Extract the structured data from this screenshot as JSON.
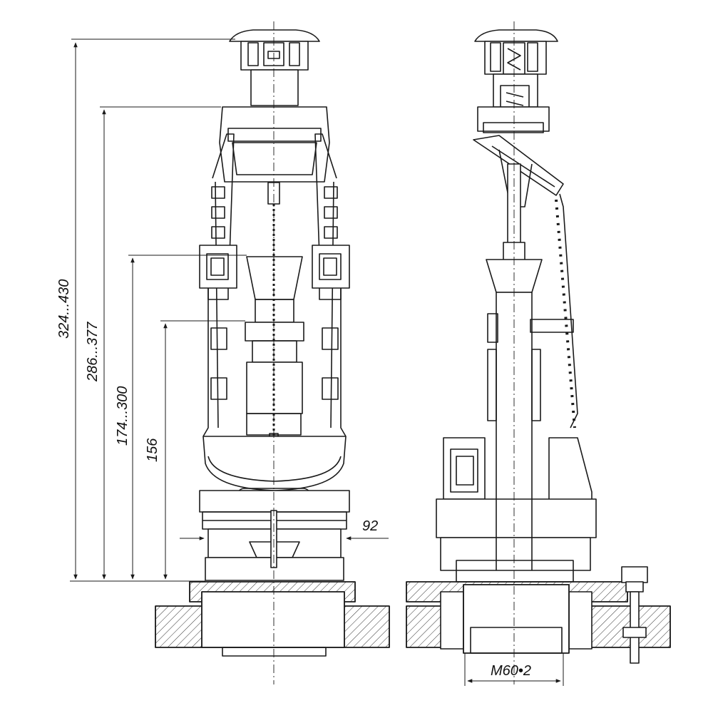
{
  "dimensions": {
    "total_height": "324...430",
    "upper_height": "286...377",
    "middle_height": "174...300",
    "float_height": "156",
    "side_offset": "92",
    "thread": "M60•2"
  },
  "colors": {
    "line": "#1a1a1a",
    "fill": "#ffffff",
    "hatch": "#333333"
  }
}
